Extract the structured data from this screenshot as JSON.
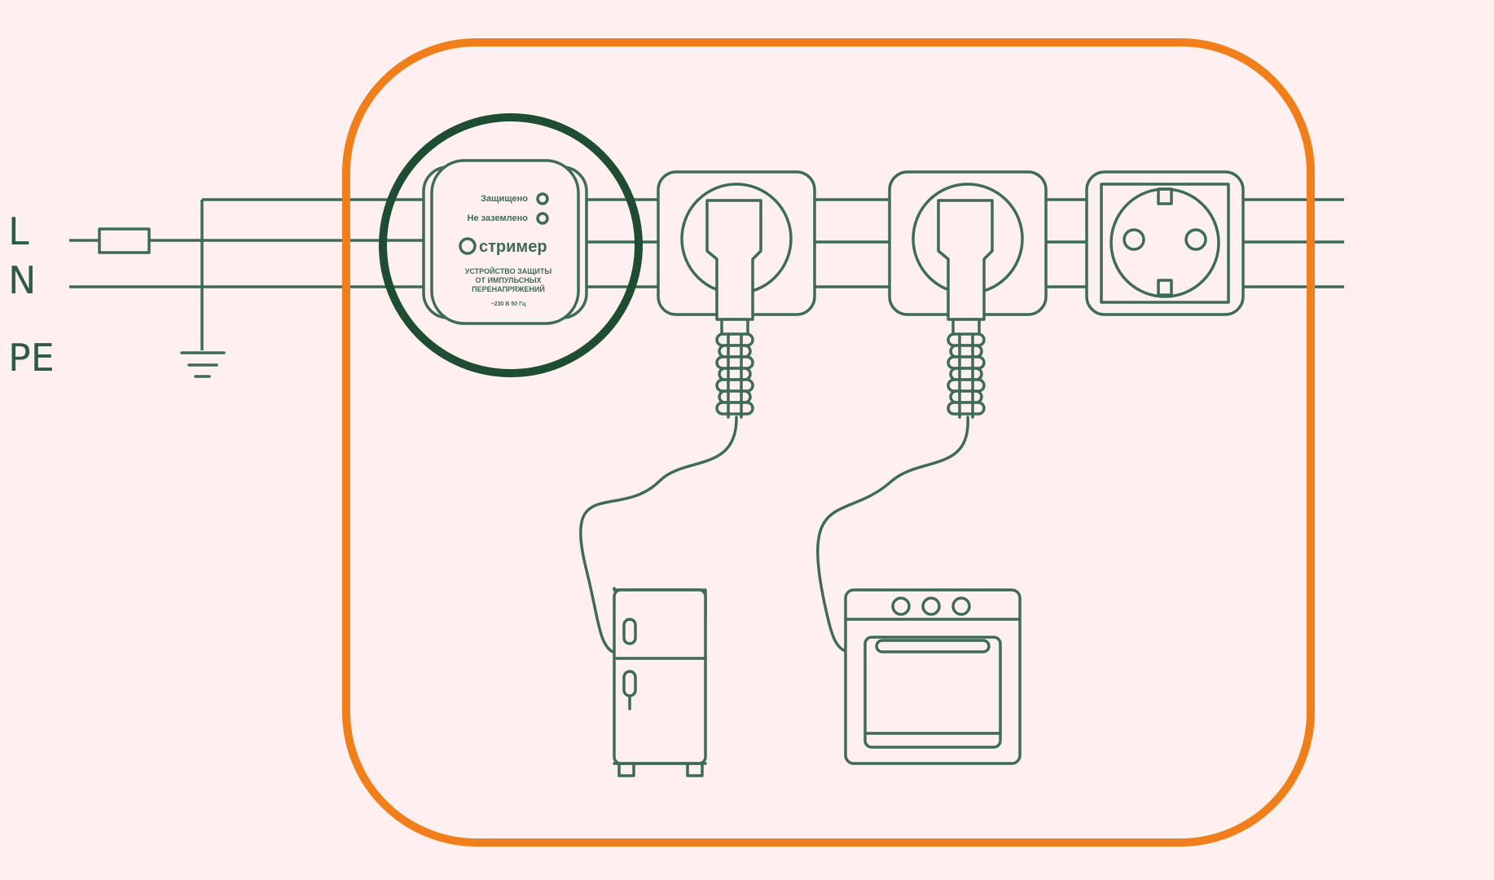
{
  "colors": {
    "background": "#fdf0ef",
    "line": "#3f6b55",
    "highlight_circle": "#1f4d33",
    "frame": "#f07e1a"
  },
  "labels": {
    "L": "L",
    "N": "N",
    "PE": "PE"
  },
  "device": {
    "indicator_protected": "Защищено",
    "indicator_not_grounded": "Не заземлено",
    "brand": "стример",
    "title_line1": "УСТРОЙСТВО ЗАЩИТЫ",
    "title_line2": "ОТ ИМПУЛЬСНЫХ",
    "title_line3": "ПЕРЕНАПРЯЖЕНИЙ",
    "rating": "~230 В   50 Гц"
  },
  "icons": {
    "fuse": "fuse-icon",
    "ground": "ground-icon",
    "socket": "socket-icon",
    "plug": "plug-icon",
    "refrigerator": "refrigerator-icon",
    "oven": "oven-icon"
  }
}
